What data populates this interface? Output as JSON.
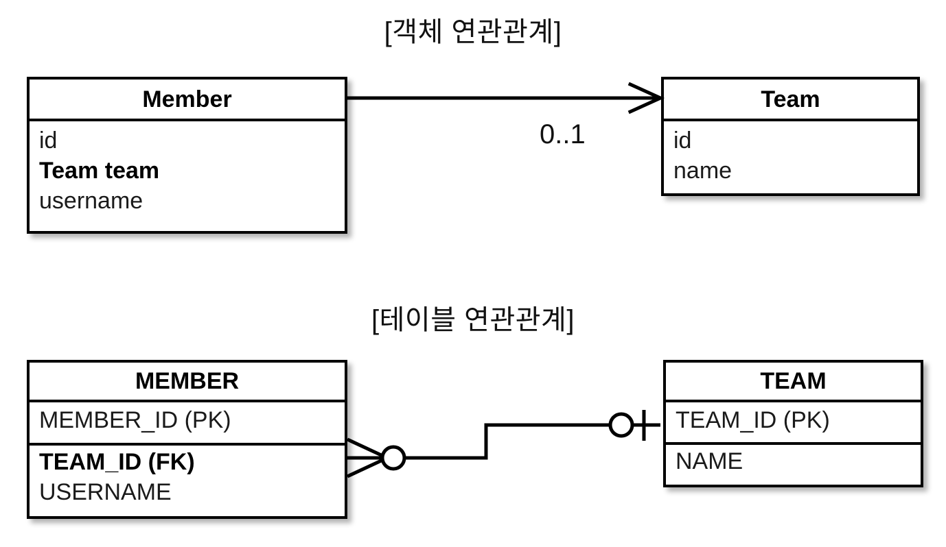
{
  "diagram": {
    "title_object_model": "[객체 연관관계]",
    "title_table_model": "[테이블 연관관계]",
    "background_color": "#ffffff",
    "line_color": "#000000"
  },
  "object_model": {
    "member_class": {
      "name": "Member",
      "attributes": [
        {
          "label": "id",
          "emphasis": false
        },
        {
          "label": "Team team",
          "emphasis": true
        },
        {
          "label": "username",
          "emphasis": false
        }
      ]
    },
    "team_class": {
      "name": "Team",
      "attributes": [
        {
          "label": "id",
          "emphasis": false
        },
        {
          "label": "name",
          "emphasis": false
        }
      ]
    },
    "association": {
      "multiplicity": "0..1",
      "arrow_style": "open-arrow",
      "direction": "member-to-team"
    }
  },
  "table_model": {
    "member_table": {
      "name": "MEMBER",
      "primary_key": [
        {
          "label": "MEMBER_ID (PK)",
          "emphasis": false
        }
      ],
      "columns": [
        {
          "label": "TEAM_ID (FK)",
          "emphasis": true
        },
        {
          "label": "USERNAME",
          "emphasis": false
        }
      ]
    },
    "team_table": {
      "name": "TEAM",
      "primary_key": [
        {
          "label": "TEAM_ID (PK)",
          "emphasis": false
        }
      ],
      "columns": [
        {
          "label": "NAME",
          "emphasis": false
        }
      ]
    },
    "relationship": {
      "member_side_notation": "zero-or-many-crowsfoot",
      "team_side_notation": "zero-or-one",
      "line_style": "orthogonal-step"
    }
  }
}
